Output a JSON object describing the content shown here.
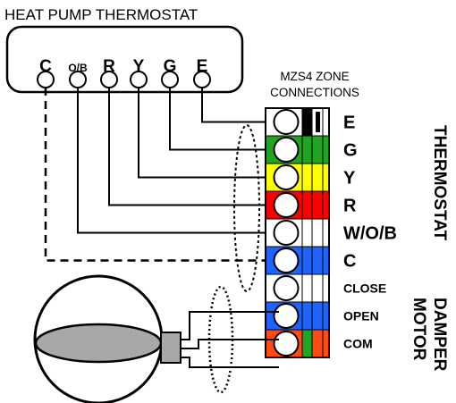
{
  "thermostat": {
    "title": "HEAT PUMP THERMOSTAT",
    "terminals": [
      "C",
      "O/B",
      "R",
      "Y",
      "G",
      "E"
    ]
  },
  "zone_board": {
    "header_line1": "MZS4 ZONE",
    "header_line2": "CONNECTIONS",
    "terminals": [
      {
        "label": "E",
        "colors": [
          "#ffffff",
          "#000000",
          "#ffffff"
        ]
      },
      {
        "label": "G",
        "colors": [
          "#1fa51f",
          "#1fa51f",
          "#1fa51f"
        ]
      },
      {
        "label": "Y",
        "colors": [
          "#ffff00",
          "#ffff00",
          "#ffff00"
        ]
      },
      {
        "label": "R",
        "colors": [
          "#ff0000",
          "#ff0000",
          "#ff0000"
        ]
      },
      {
        "label": "W/O/B",
        "colors": [
          "#ffffff",
          "#ffffff",
          "#ffffff"
        ]
      },
      {
        "label": "C",
        "colors": [
          "#1f64ff",
          "#1f64ff",
          "#1f64ff"
        ]
      },
      {
        "label": "CLOSE",
        "colors": [
          "#ffffff",
          "#ffffff",
          "#ffffff"
        ]
      },
      {
        "label": "OPEN",
        "colors": [
          "#1f64ff",
          "#1f64ff",
          "#1f64ff"
        ]
      },
      {
        "label": "COM",
        "colors": [
          "#ff4b12",
          "#1fa51f",
          "#ff4b12"
        ]
      }
    ]
  },
  "side_labels": {
    "thermostat": "THERMOSTAT",
    "damper_line1": "DAMPER",
    "damper_line2": "MOTOR"
  }
}
